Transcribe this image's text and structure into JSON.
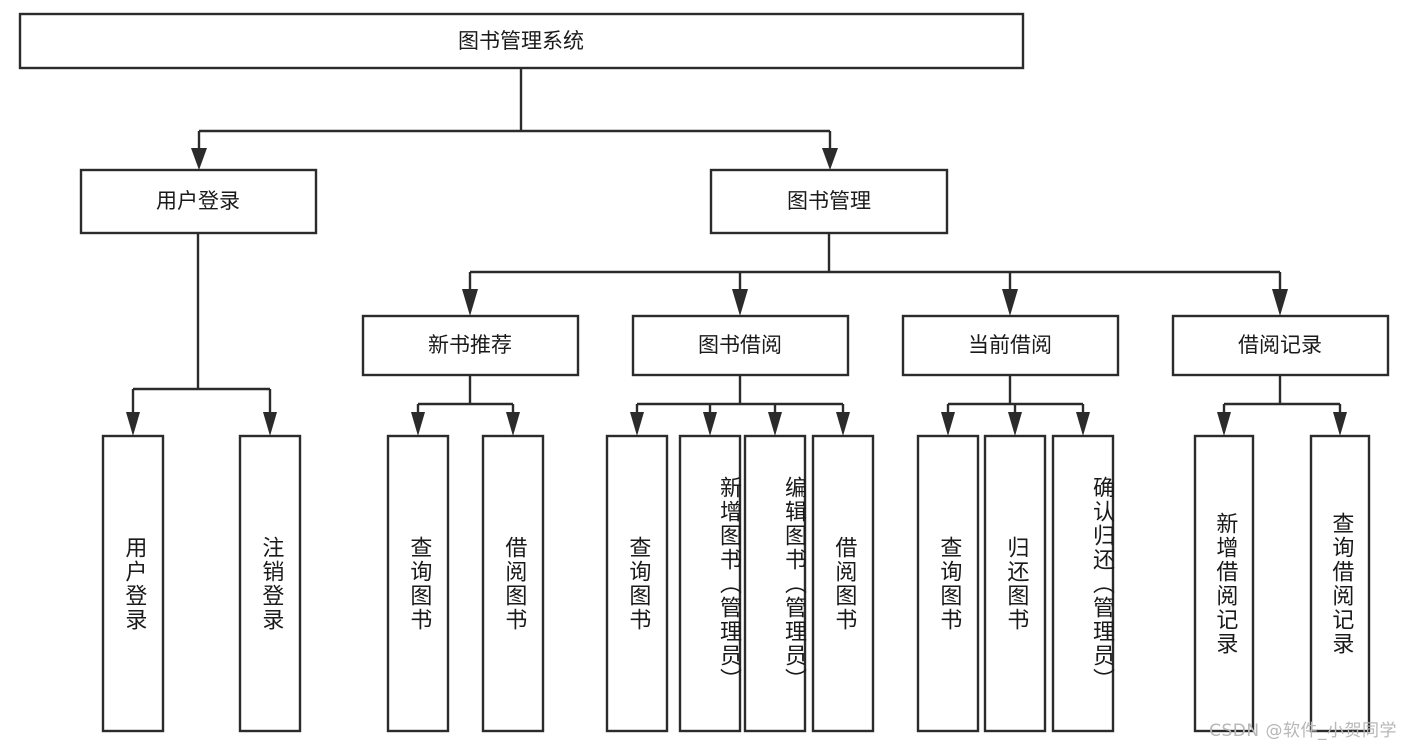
{
  "diagram": {
    "type": "tree",
    "title": "图书管理系统",
    "watermark": "CSDN @软件_小贺同学",
    "colors": {
      "box_stroke": "#2b2b2b",
      "box_fill": "#ffffff",
      "text": "#1a1a1a",
      "background": "#ffffff",
      "watermark": "#b7b7b7"
    },
    "levels": {
      "root": {
        "label": "图书管理系统"
      },
      "level2": [
        {
          "label": "用户登录"
        },
        {
          "label": "图书管理"
        }
      ],
      "level3": [
        {
          "label": "新书推荐"
        },
        {
          "label": "图书借阅"
        },
        {
          "label": "当前借阅"
        },
        {
          "label": "借阅记录"
        }
      ],
      "leaves": [
        {
          "label": "用户登录",
          "parent": "用户登录"
        },
        {
          "label": "注销登录",
          "parent": "用户登录"
        },
        {
          "label": "查询图书",
          "parent": "新书推荐"
        },
        {
          "label": "借阅图书",
          "parent": "新书推荐"
        },
        {
          "label": "查询图书",
          "parent": "图书借阅"
        },
        {
          "label": "新增图书（管理员）",
          "parent": "图书借阅"
        },
        {
          "label": "编辑图书（管理员）",
          "parent": "图书借阅"
        },
        {
          "label": "借阅图书",
          "parent": "图书借阅"
        },
        {
          "label": "查询图书",
          "parent": "当前借阅"
        },
        {
          "label": "归还图书",
          "parent": "当前借阅"
        },
        {
          "label": "确认归还（管理员）",
          "parent": "当前借阅"
        },
        {
          "label": "新增借阅记录",
          "parent": "借阅记录"
        },
        {
          "label": "查询借阅记录",
          "parent": "借阅记录"
        }
      ]
    }
  }
}
